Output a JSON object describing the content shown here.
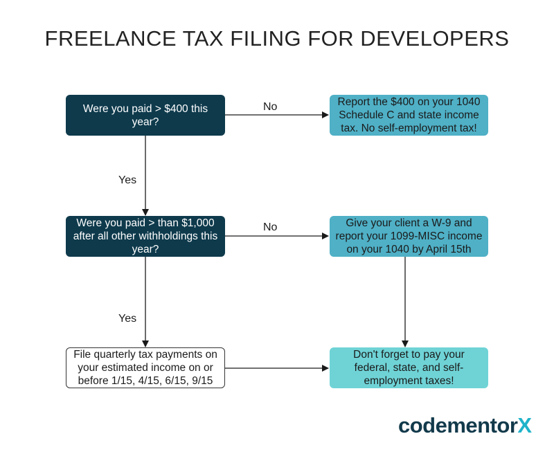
{
  "title": "FREELANCE TAX FILING FOR DEVELOPERS",
  "nodes": {
    "q1": "Were you paid > $400 this year?",
    "r1": "Report the $400 on your 1040 Schedule C and state income tax. No self-employment tax!",
    "q2": "Were you paid > than $1,000 after all other withholdings this year?",
    "r2": "Give your client a W-9 and report your 1099-MISC income on your 1040 by April 15th",
    "q3": "File quarterly tax payments on your estimated income on or before 1/15, 4/15, 6/15, 9/15",
    "r3": "Don't forget to pay your federal, state, and self-employment taxes!"
  },
  "edge_labels": {
    "no1": "No",
    "yes1": "Yes",
    "no2": "No",
    "yes2": "Yes"
  },
  "logo": {
    "main": "codementor",
    "accent": "X"
  },
  "colors": {
    "dark_box": "#0e3a4c",
    "result_box": "#4fb0c6",
    "final_box": "#6fd3d6",
    "logo_text": "#123a4b",
    "logo_accent": "#1fb3c9"
  }
}
